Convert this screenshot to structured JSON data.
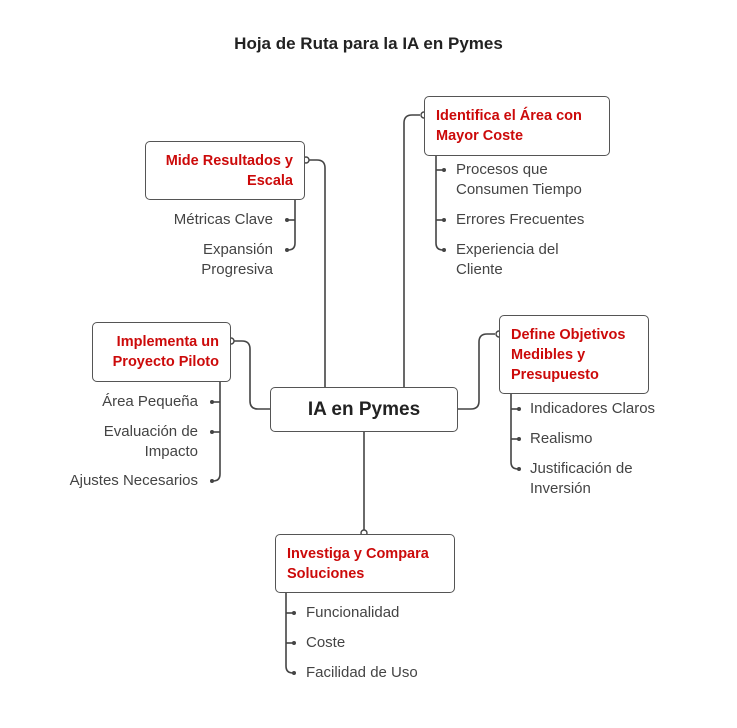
{
  "title": "Hoja de Ruta para la IA en Pymes",
  "center": "IA en Pymes",
  "branches": {
    "mide": {
      "label_1": "Mide Resultados y",
      "label_2": "Escala",
      "items": [
        "Métricas Clave",
        "Expansión",
        "Progresiva"
      ]
    },
    "identifica": {
      "label_1": "Identifica el Área con",
      "label_2": "Mayor Coste",
      "items": [
        "Procesos que",
        "Consumen Tiempo",
        "Errores Frecuentes",
        "Experiencia del",
        "Cliente"
      ]
    },
    "implementa": {
      "label_1": "Implementa un",
      "label_2": "Proyecto Piloto",
      "items": [
        "Área Pequeña",
        "Evaluación de",
        "Impacto",
        "Ajustes Necesarios"
      ]
    },
    "define": {
      "label_1": "Define Objetivos",
      "label_2": "Medibles y",
      "label_3": "Presupuesto",
      "items": [
        "Indicadores Claros",
        "Realismo",
        "Justificación de",
        "Inversión"
      ]
    },
    "investiga": {
      "label_1": "Investiga y Compara",
      "label_2": "Soluciones",
      "items": [
        "Funcionalidad",
        "Coste",
        "Facilidad de Uso"
      ]
    }
  },
  "colors": {
    "accent": "#cc0a0a",
    "line": "#444444"
  }
}
